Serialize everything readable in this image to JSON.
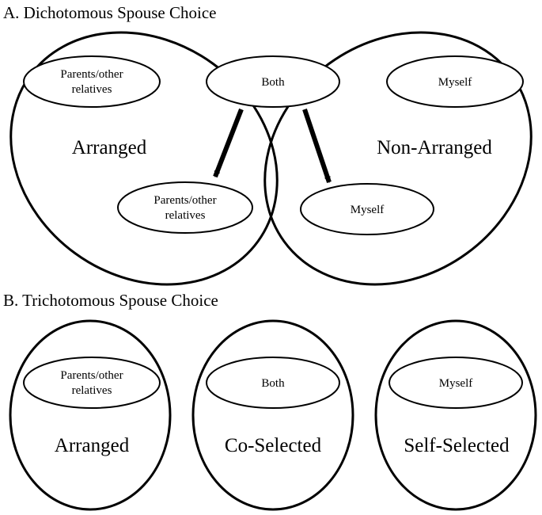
{
  "panel_a": {
    "title": "A. Dichotomous Spouse Choice",
    "top_left_box": [
      "Parents/other",
      "relatives"
    ],
    "top_center_box": "Both",
    "top_right_box": "Myself",
    "left_group_label": "Arranged",
    "right_group_label": "Non-Arranged",
    "bottom_left_box": [
      "Parents/other",
      "relatives"
    ],
    "bottom_right_box": "Myself"
  },
  "panel_b": {
    "title": "B. Trichotomous Spouse Choice",
    "groups": [
      {
        "box": [
          "Parents/other",
          "relatives"
        ],
        "label": "Arranged"
      },
      {
        "box": [
          "Both"
        ],
        "label": "Co-Selected"
      },
      {
        "box": [
          "Myself"
        ],
        "label": "Self-Selected"
      }
    ]
  }
}
